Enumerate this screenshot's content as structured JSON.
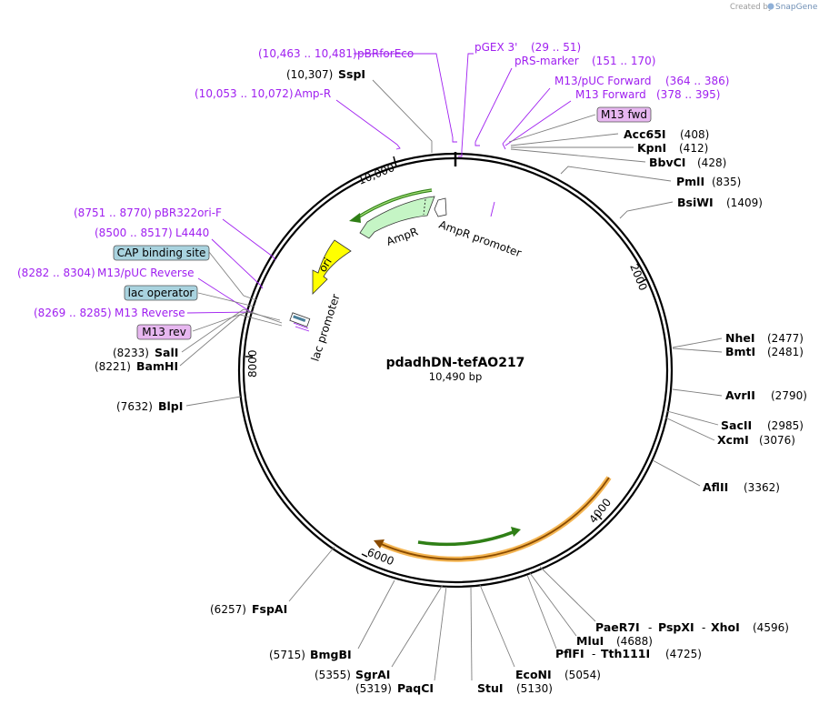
{
  "credit": {
    "prefix": "Created by",
    "brand": "SnapGene"
  },
  "plasmid": {
    "name": "pdadhDN-tefAO217",
    "size": "10,490 bp"
  },
  "ticks": [
    "10,000",
    "2000",
    "4000",
    "6000",
    "8000"
  ],
  "primers": [
    {
      "name": "pBRforEco",
      "range": "(10,463 .. 10,481)"
    },
    {
      "name": "pGEX 3'",
      "range": "(29 .. 51)"
    },
    {
      "name": "pRS-marker",
      "range": "(151 .. 170)"
    },
    {
      "name": "M13/pUC Forward",
      "range": "(364 .. 386)"
    },
    {
      "name": "M13 Forward",
      "range": "(378 .. 395)"
    },
    {
      "name": "Amp-R",
      "range": "(10,053 .. 10,072)"
    },
    {
      "name": "pBR322ori-F",
      "range": "(8751 .. 8770)"
    },
    {
      "name": "L4440",
      "range": "(8500 .. 8517)"
    },
    {
      "name": "M13/pUC Reverse",
      "range": "(8282 .. 8304)"
    },
    {
      "name": "M13 Reverse",
      "range": "(8269 .. 8285)"
    }
  ],
  "boxed_features": [
    {
      "name": "M13 fwd",
      "color": "#e7b7f0"
    },
    {
      "name": "CAP binding site",
      "color": "#a9d3df"
    },
    {
      "name": "lac operator",
      "color": "#a9d3df"
    },
    {
      "name": "M13 rev",
      "color": "#e7b7f0"
    }
  ],
  "enzymes": [
    {
      "name": "SspI",
      "pos": "(10,307)"
    },
    {
      "name": "Acc65I",
      "pos": "(408)"
    },
    {
      "name": "KpnI",
      "pos": "(412)"
    },
    {
      "name": "BbvCI",
      "pos": "(428)"
    },
    {
      "name": "PmlI",
      "pos": "(835)"
    },
    {
      "name": "BsiWI",
      "pos": "(1409)"
    },
    {
      "name": "NheI",
      "pos": "(2477)"
    },
    {
      "name": "BmtI",
      "pos": "(2481)"
    },
    {
      "name": "AvrII",
      "pos": "(2790)"
    },
    {
      "name": "SacII",
      "pos": "(2985)"
    },
    {
      "name": "XcmI",
      "pos": "(3076)"
    },
    {
      "name": "AflII",
      "pos": "(3362)"
    },
    {
      "name": "SalI",
      "pos": "(8233)"
    },
    {
      "name": "BamHI",
      "pos": "(8221)"
    },
    {
      "name": "BlpI",
      "pos": "(7632)"
    },
    {
      "name": "FspAI",
      "pos": "(6257)"
    },
    {
      "name": "BmgBI",
      "pos": "(5715)"
    },
    {
      "name": "SgrAI",
      "pos": "(5355)"
    },
    {
      "name": "PaqCI",
      "pos": "(5319)"
    },
    {
      "name": "StuI",
      "pos": "(5130)"
    },
    {
      "name": "EcoNI",
      "pos": "(5054)"
    },
    {
      "name": "PflFI",
      "pos": ""
    },
    {
      "name": "Tth111I",
      "pos": "(4725)"
    },
    {
      "name": "MluI",
      "pos": "(4688)"
    },
    {
      "name": "PaeR7I",
      "pos": ""
    },
    {
      "name": "PspXI",
      "pos": ""
    },
    {
      "name": "XhoI",
      "pos": "(4596)"
    }
  ],
  "features": [
    {
      "name": "AmpR",
      "color": "#c5f5c5"
    },
    {
      "name": "AmpR promoter",
      "color": "#ffffff"
    },
    {
      "name": "ori",
      "color": "#ffff00"
    },
    {
      "name": "lac promoter",
      "color": "#ffffff"
    }
  ],
  "colors": {
    "primer": "#a020f0",
    "orf_green": "#3a9d1a",
    "orf_orange": "#f0a040",
    "backbone": "#000000"
  }
}
